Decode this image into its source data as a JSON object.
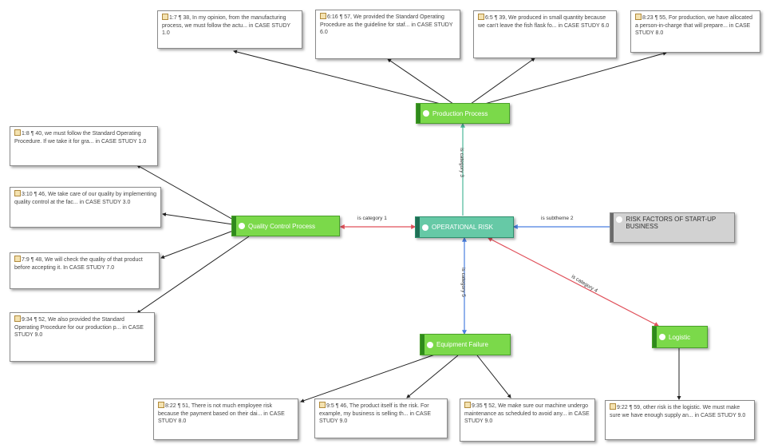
{
  "nodes": {
    "central": "OPERATIONAL RISK",
    "production": "Production Process",
    "quality": "Quality Control Process",
    "equipment": "Equipment Failure",
    "logistic": "Logistic",
    "risk_factors": "RISK FACTORS OF START-UP BUSINESS"
  },
  "edge_labels": {
    "category_1": "is category 1",
    "subtheme_2": "is subtheme 2",
    "category_3": "is category 3",
    "category_4": "is category 4",
    "category_5": "is category 5"
  },
  "quotes": {
    "q1": "1:7 ¶ 38, In my opinion, from the manufacturing process, we must follow the actu... in CASE STUDY 1.0",
    "q2": "6:16 ¶ 57, We provided the Standard Operating Procedure as the guideline for staf... in CASE STUDY 6.0",
    "q3": "6:5 ¶ 39, We produced in small quantity because we can't leave the fish flask fo... in CASE STUDY 6.0",
    "q4": "8:23 ¶ 55, For production, we have allocated a person-in-charge that will prepare... in CASE STUDY 8.0",
    "q5": "1:8 ¶ 40, we must follow the Standard Operating Procedure. If we take it for gra... in CASE STUDY 1.0",
    "q6": "3:10 ¶ 46, We take care of our quality by implementing quality control at the fac... in CASE STUDY 3.0",
    "q7": "7:9 ¶ 48, We will check the quality of that product before accepting it. In CASE STUDY 7.0",
    "q8": "9:34 ¶ 52, We also provided the Standard Operating Procedure for our production p... in CASE STUDY 9.0",
    "q9": "8:22 ¶ 51, There is not much employee risk because the payment based on their dai... in CASE STUDY 8.0",
    "q10": "9:5 ¶ 46, The product itself is the risk. For example, my business is selling th... in CASE STUDY 9.0",
    "q11": "9:35 ¶ 52, We make sure our machine undergo maintenance as scheduled to avoid any... in CASE STUDY 9.0",
    "q12": "9:22 ¶ 59, other risk is the logistic. We must make sure we have enough supply an... in CASE STUDY 9.0"
  },
  "colors": {
    "code_green": "#7bd94a",
    "central_teal": "#66c9a6",
    "edge_green": "#4bb89a",
    "edge_red": "#e0505a",
    "edge_blue": "#4a7fe0",
    "gray_node": "#d2d2d2"
  }
}
